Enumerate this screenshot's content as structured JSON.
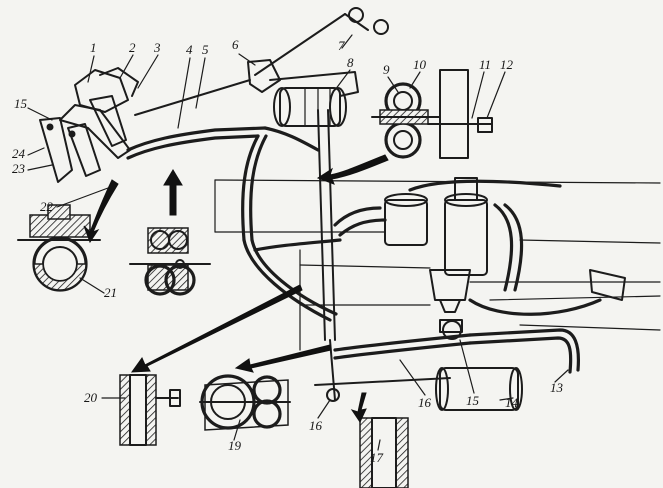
{
  "callouts": [
    {
      "id": "1",
      "label": "1"
    },
    {
      "id": "2",
      "label": "2"
    },
    {
      "id": "3",
      "label": "3"
    },
    {
      "id": "4",
      "label": "4"
    },
    {
      "id": "5",
      "label": "5"
    },
    {
      "id": "6",
      "label": "6"
    },
    {
      "id": "7",
      "label": "7"
    },
    {
      "id": "8",
      "label": "8"
    },
    {
      "id": "9",
      "label": "9"
    },
    {
      "id": "10",
      "label": "10"
    },
    {
      "id": "11",
      "label": "11"
    },
    {
      "id": "12",
      "label": "12"
    },
    {
      "id": "13",
      "label": "13"
    },
    {
      "id": "14",
      "label": "14"
    },
    {
      "id": "15a",
      "label": "15"
    },
    {
      "id": "15b",
      "label": "15"
    },
    {
      "id": "16a",
      "label": "16"
    },
    {
      "id": "16b",
      "label": "16"
    },
    {
      "id": "17",
      "label": "17"
    },
    {
      "id": "19",
      "label": "19"
    },
    {
      "id": "20",
      "label": "20"
    },
    {
      "id": "21",
      "label": "21"
    },
    {
      "id": "22",
      "label": "22"
    },
    {
      "id": "23",
      "label": "23"
    },
    {
      "id": "24",
      "label": "24"
    }
  ],
  "colors": {
    "ink": "#1c1c1c",
    "paper": "#f4f4f1"
  }
}
